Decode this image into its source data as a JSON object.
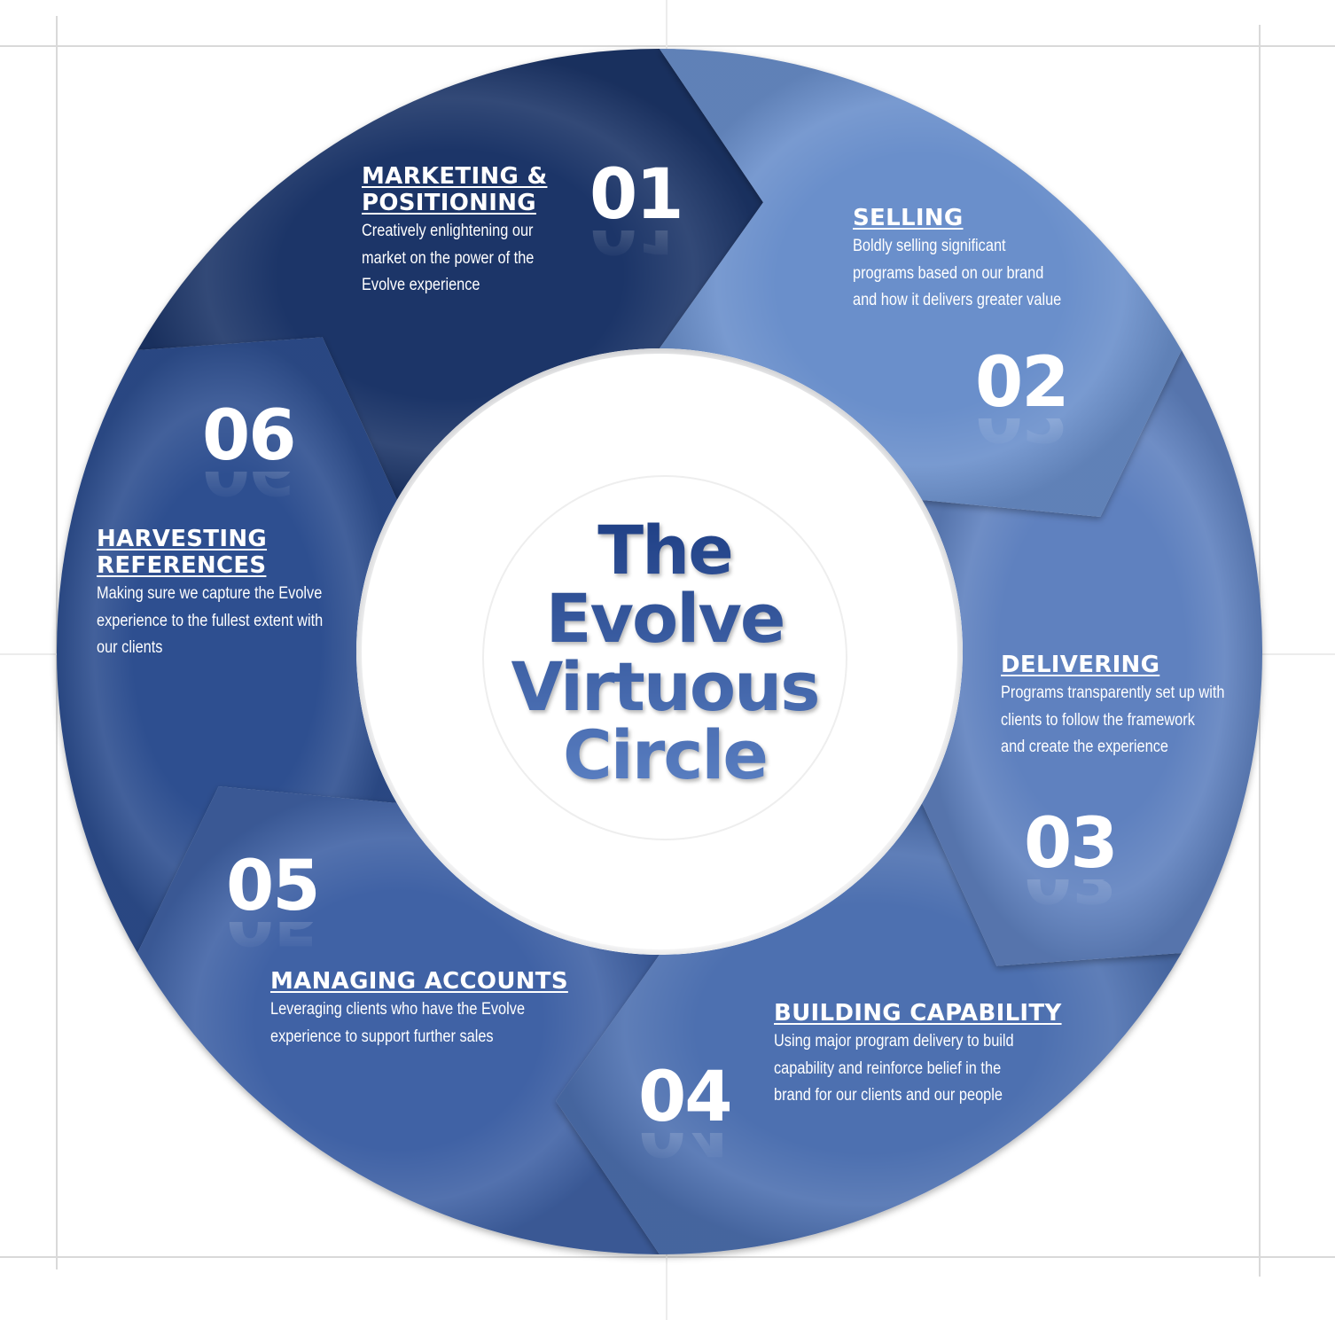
{
  "center": {
    "line1": "The",
    "line2": "Evolve",
    "line3": "Virtuous",
    "line4": "Circle"
  },
  "segments": [
    {
      "number": "01",
      "title": "MARKETING &\nPOSITIONING",
      "description": "Creatively enlightening our\nmarket on the power of the\nEvolve experience",
      "color": "#6b8fcb"
    },
    {
      "number": "02",
      "title": "SELLING",
      "description": "Boldly selling significant\nprograms based on our brand\nand how it delivers greater value",
      "color": "#5f81bf"
    },
    {
      "number": "03",
      "title": "DELIVERING",
      "description": "Programs transparently set up with\nclients to follow the framework\nand create the experience",
      "color": "#4d6fb0"
    },
    {
      "number": "04",
      "title": "BUILDING CAPABILITY",
      "description": "Using major program delivery to build\ncapability and reinforce belief in the\nbrand for our clients and our people",
      "color": "#3f62a5"
    },
    {
      "number": "05",
      "title": "MANAGING ACCOUNTS",
      "description": "Leveraging clients who have the Evolve\nexperience to support further sales",
      "color": "#2f4f90"
    },
    {
      "number": "06",
      "title": "HARVESTING\nREFERENCES",
      "description": "Making sure we capture the Evolve\nexperience to the fullest extent with\nour clients",
      "color": "#1e3668"
    }
  ]
}
